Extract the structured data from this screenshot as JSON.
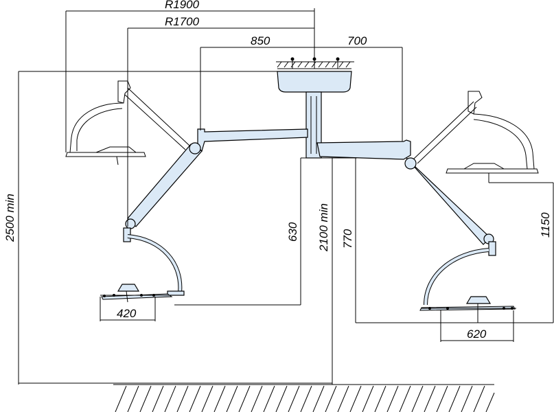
{
  "dimensions": {
    "r1900": "R1900",
    "r1700": "R1700",
    "w850": "850",
    "w700": "700",
    "h2500": "2500 min",
    "h2100": "2100 min",
    "h630": "630",
    "h770": "770",
    "h1150": "1150",
    "w420": "420",
    "w620": "620"
  }
}
